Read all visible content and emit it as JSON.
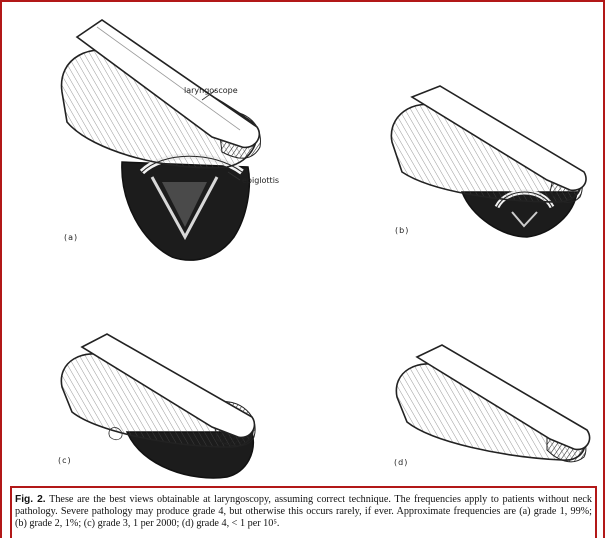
{
  "figure": {
    "panels": [
      {
        "label": "(a)"
      },
      {
        "label": "(b)"
      },
      {
        "label": "(c)"
      },
      {
        "label": "(d)"
      }
    ],
    "callouts": {
      "laryngoscope": "laryngoscope",
      "epiglottis": "epiglottis"
    }
  },
  "caption": {
    "lead": "Fig. 2.",
    "text": "These are the best views obtainable at laryngoscopy, assuming correct technique. The frequencies apply to patients without neck pathology. Severe pathology may produce grade 4, but otherwise this occurs rarely, if ever. Approximate frequencies are (a) grade 1, 99%; (b) grade 2, 1%; (c) grade 3, 1 per 2000; (d) grade 4, < 1 per 10⁵."
  }
}
